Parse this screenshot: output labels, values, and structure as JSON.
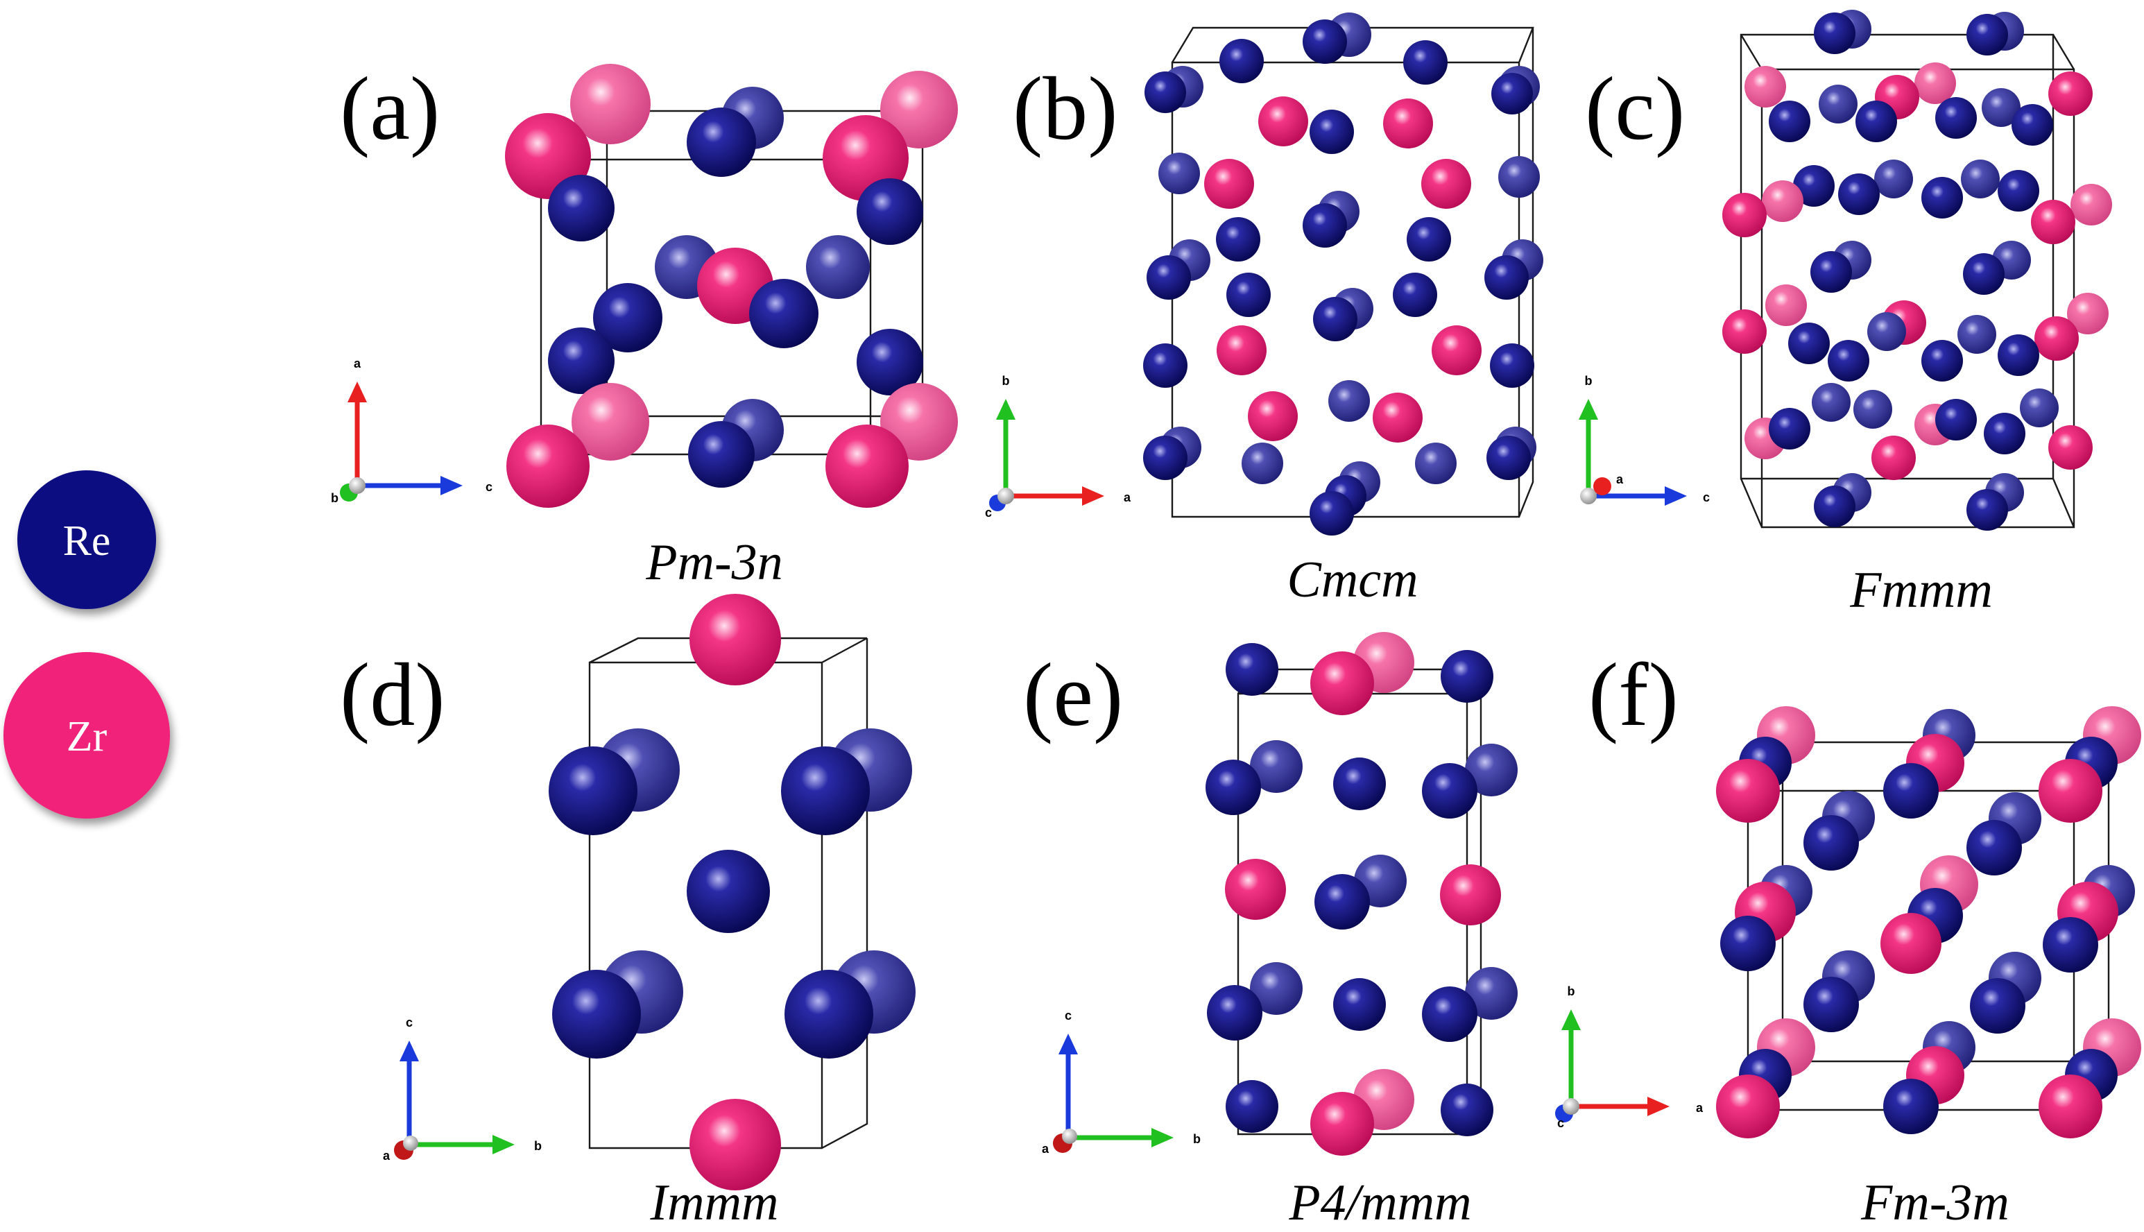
{
  "legend": {
    "items": [
      {
        "symbol": "Re",
        "color": "#0c0c82"
      },
      {
        "symbol": "Zr",
        "color": "#f0207a"
      }
    ]
  },
  "colors": {
    "re": "#0c0c82",
    "re_back": "#3a3aa0",
    "zr": "#f0207a",
    "zr_back": "#f2609a",
    "axis_red": "#e82020",
    "axis_green": "#20c020",
    "axis_blue": "#1a3adc"
  },
  "panels": [
    {
      "label": "(a)",
      "space_group": "Pm-3n",
      "axes": [
        "a",
        "b",
        "c"
      ]
    },
    {
      "label": "(b)",
      "space_group": "Cmcm",
      "axes": [
        "b",
        "c",
        "a"
      ]
    },
    {
      "label": "(c)",
      "space_group": "Fmmm",
      "axes": [
        "b",
        "a",
        "c"
      ]
    },
    {
      "label": "(d)",
      "space_group": "Immm",
      "axes": [
        "c",
        "a",
        "b"
      ]
    },
    {
      "label": "(e)",
      "space_group": "P4/mmm",
      "axes": [
        "c",
        "a",
        "b"
      ]
    },
    {
      "label": "(f)",
      "space_group": "Fm-3m",
      "axes": [
        "b",
        "c",
        "a"
      ]
    }
  ]
}
